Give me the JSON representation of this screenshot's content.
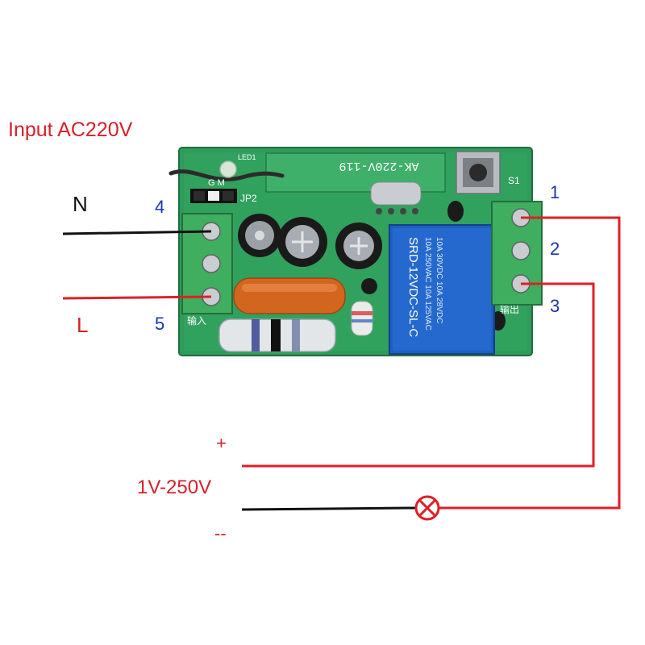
{
  "labels": {
    "input_title": "Input AC220V",
    "neutral": "N",
    "live": "L",
    "terminals": [
      "1",
      "2",
      "3",
      "4",
      "5"
    ],
    "plus": "+",
    "minus": "--",
    "voltage_range": "1V-250V"
  },
  "board": {
    "model_print": "AK-220V-119",
    "relay_line1": "SRD-12VDC-SL-C",
    "relay_line2": "10A 250VAC 10A 125VAC",
    "relay_line3": "10A 30VDC 10A 28VDC",
    "jumper_label": "JP2",
    "jumper_letters": "G  M",
    "switch_label": "S1",
    "input_mark": "输入",
    "output_mark": "输出",
    "led_label": "LED1"
  },
  "colors": {
    "wire_red": "#e01f26",
    "wire_black": "#111111",
    "pcb_green": "#2f9b5a",
    "terminal_green": "#3fae5e",
    "relay_blue": "#1f5fc4",
    "capacitor_orange": "#d2661f",
    "text_red": "#d6202a",
    "text_blue": "#1a33b8"
  },
  "icons": [
    "lamp-icon",
    "pushbutton-icon",
    "jumper-icon"
  ]
}
